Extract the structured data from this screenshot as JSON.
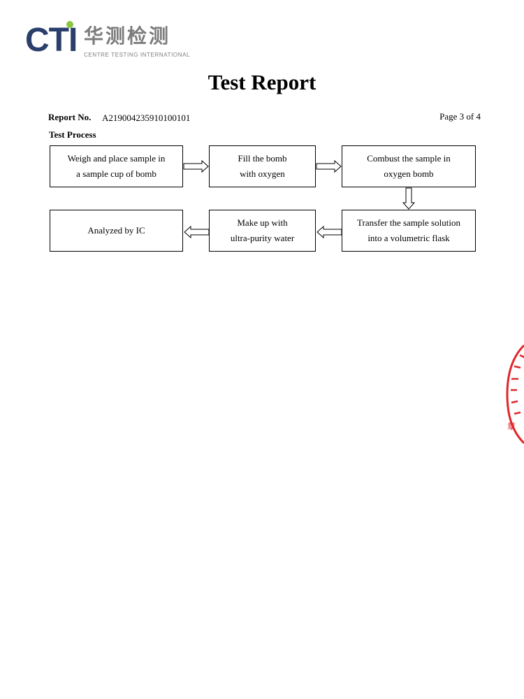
{
  "logo": {
    "brand": "CTI",
    "chinese": "华测检测",
    "english": "CENTRE TESTING INTERNATIONAL"
  },
  "title": "Test Report",
  "report": {
    "number_label": "Report No.",
    "number": "A219004235910100101",
    "page": "Page 3 of 4"
  },
  "section_title": "Test Process",
  "process": {
    "steps": [
      "Weigh and place sample in\na sample cup of bomb",
      "Fill the bomb\nwith oxygen",
      "Combust the sample in\noxygen bomb",
      "Analyzed by IC",
      "Make up with\nultra-purity water",
      "Transfer the sample solution\ninto a volumetric flask"
    ]
  },
  "stamp": {
    "text": "章",
    "color": "#e0262b"
  }
}
